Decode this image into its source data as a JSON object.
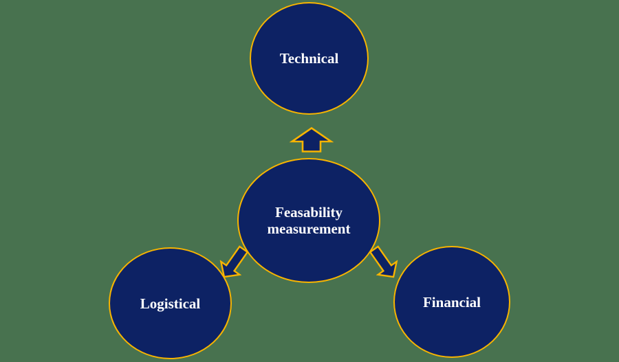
{
  "diagram": {
    "type": "radial-flow",
    "center_node": {
      "label_line1": "Feasability",
      "label_line2": "measurement"
    },
    "outer_nodes": [
      {
        "id": "technical",
        "label": "Technical"
      },
      {
        "id": "logistical",
        "label": "Logistical"
      },
      {
        "id": "financial",
        "label": "Financial"
      }
    ],
    "arrows": [
      {
        "name": "up-arrow",
        "direction": "center-to-technical"
      },
      {
        "name": "down-left-arrow",
        "direction": "center-to-logistical"
      },
      {
        "name": "down-right-arrow",
        "direction": "center-to-financial"
      }
    ],
    "colors": {
      "background": "#48724F",
      "node_fill": "#0D2264",
      "node_border": "#F8B400",
      "label_text": "#FFFFFF"
    }
  }
}
